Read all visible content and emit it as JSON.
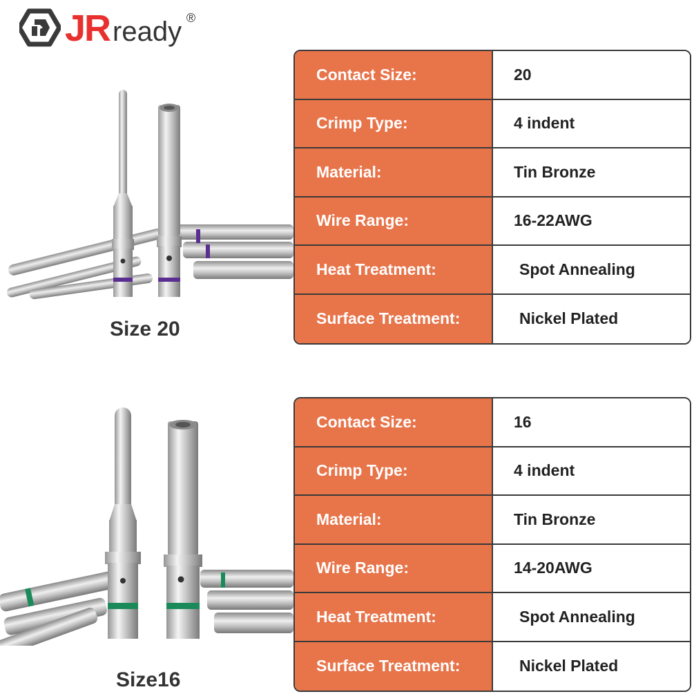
{
  "brand": {
    "name_part1": "JR",
    "name_part2": "ready",
    "registered": "®",
    "accent_color": "#e8312f",
    "dark_color": "#3a3a3a"
  },
  "label_bg_color": "#e8744a",
  "products": [
    {
      "caption": "Size 20",
      "band_color": "#5a2d91",
      "specs": [
        {
          "label": "Contact Size:",
          "value": "20"
        },
        {
          "label": "Crimp Type:",
          "value": "4 indent"
        },
        {
          "label": "Material:",
          "value": "Tin Bronze"
        },
        {
          "label": "Wire Range:",
          "value": "16-22AWG"
        },
        {
          "label": "Heat Treatment:",
          "value": "Spot Annealing"
        },
        {
          "label": "Surface Treatment:",
          "value": "Nickel Plated"
        }
      ]
    },
    {
      "caption": "Size16",
      "band_color": "#1a8a5a",
      "specs": [
        {
          "label": "Contact Size:",
          "value": "16"
        },
        {
          "label": "Crimp Type:",
          "value": "4 indent"
        },
        {
          "label": "Material:",
          "value": "Tin Bronze"
        },
        {
          "label": "Wire Range:",
          "value": "14-20AWG"
        },
        {
          "label": "Heat Treatment:",
          "value": "Spot Annealing"
        },
        {
          "label": "Surface Treatment:",
          "value": "Nickel Plated"
        }
      ]
    }
  ]
}
